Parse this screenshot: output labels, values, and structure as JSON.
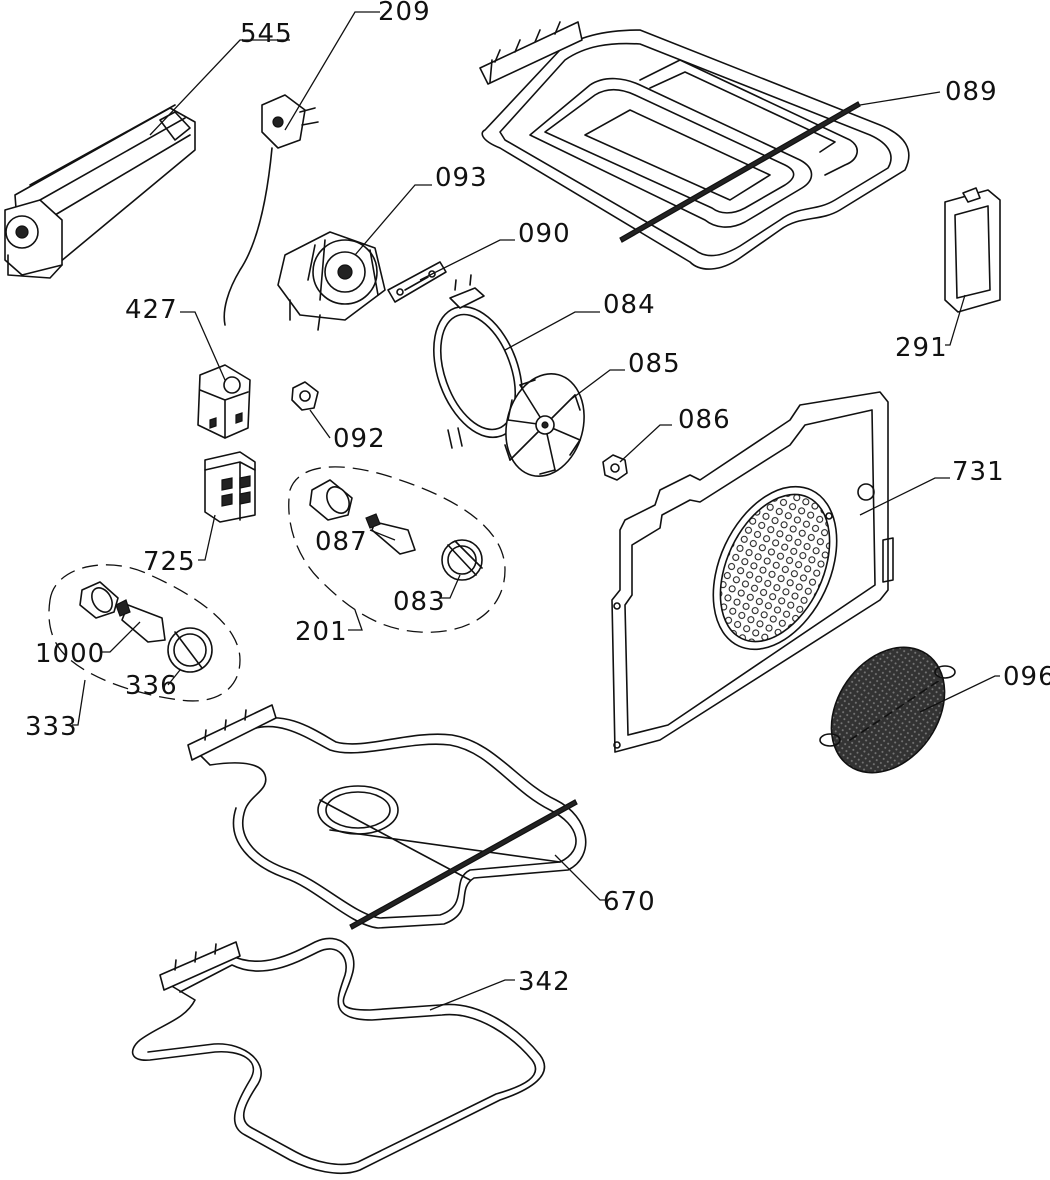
{
  "parts": [
    {
      "id": "545"
    },
    {
      "id": "209"
    },
    {
      "id": "089"
    },
    {
      "id": "093"
    },
    {
      "id": "090"
    },
    {
      "id": "427"
    },
    {
      "id": "084"
    },
    {
      "id": "085"
    },
    {
      "id": "291"
    },
    {
      "id": "092"
    },
    {
      "id": "086"
    },
    {
      "id": "731"
    },
    {
      "id": "087"
    },
    {
      "id": "725"
    },
    {
      "id": "083"
    },
    {
      "id": "201"
    },
    {
      "id": "1000"
    },
    {
      "id": "336"
    },
    {
      "id": "333"
    },
    {
      "id": "096"
    },
    {
      "id": "670"
    },
    {
      "id": "342"
    }
  ]
}
